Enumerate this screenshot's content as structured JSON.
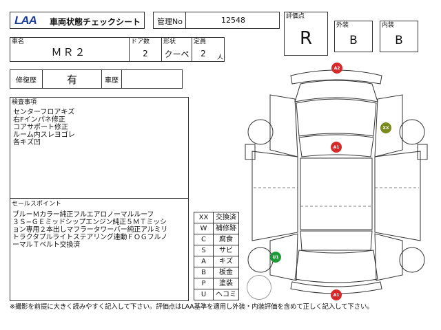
{
  "header": {
    "logo_text": "LAA",
    "sheet_title": "車両状態チェックシート",
    "mgmt_label": "管理No",
    "mgmt_value": "12548"
  },
  "grades": {
    "overall_label": "評価点",
    "overall_value": "R",
    "exterior_label": "外装",
    "exterior_value": "B",
    "interior_label": "内装",
    "interior_value": "B"
  },
  "vehicle": {
    "name_label": "車名",
    "name_value": "ＭＲ２",
    "doors_label": "ドア数",
    "doors_value": "2",
    "shape_label": "形状",
    "shape_value": "クーペ",
    "capacity_label": "定員",
    "capacity_value": "2",
    "capacity_unit": "人"
  },
  "history": {
    "repair_label": "修復歴",
    "repair_value": "有",
    "record_label": "車歴",
    "record_value": ""
  },
  "inspection": {
    "label": "検査事項",
    "items": "センターフロアキズ\n右Fインパネ修正\nコアサポート修正\nルーム内スレヨゴレ\n各キズ凹"
  },
  "sales_points": {
    "label": "セールスポイント",
    "text": "ブルーＭカラー純正フルエアロノーマルルーフ\n３Ｓ−ＧＥミッドシップエンジン純正５ＭＴミッシ\nョン専用２本出しマフラータワーバー純正アルミリ\nトラクタプルライトステアリング連動ＦＯＧフルノ\nーマルＴベルト交換済"
  },
  "legend": [
    {
      "code": "XX",
      "desc": "交換済"
    },
    {
      "code": "W",
      "desc": "補修跡"
    },
    {
      "code": "C",
      "desc": "腐食"
    },
    {
      "code": "S",
      "desc": "サビ"
    },
    {
      "code": "A",
      "desc": "キズ"
    },
    {
      "code": "B",
      "desc": "板金"
    },
    {
      "code": "P",
      "desc": "塗装"
    },
    {
      "code": "U",
      "desc": "ヘコミ"
    }
  ],
  "markers": [
    {
      "code": "A2",
      "color": "#d42a2a"
    },
    {
      "code": "XX",
      "color": "#7a8a1c"
    },
    {
      "code": "A1",
      "color": "#d42a2a"
    },
    {
      "code": "U1",
      "color": "#1f9a3a"
    },
    {
      "code": "A1",
      "color": "#d42a2a"
    }
  ],
  "footer": {
    "note": "※撮影を前提に大きく読みやすく記入して下さい。評価点はLAA基準を適用し外装・内装評価を含めて正しく記入して下さい。"
  },
  "colors": {
    "logo_blue": "#1d3f9a",
    "marker_red": "#d42a2a",
    "marker_green": "#1f9a3a",
    "marker_olive": "#7a8a1c"
  }
}
